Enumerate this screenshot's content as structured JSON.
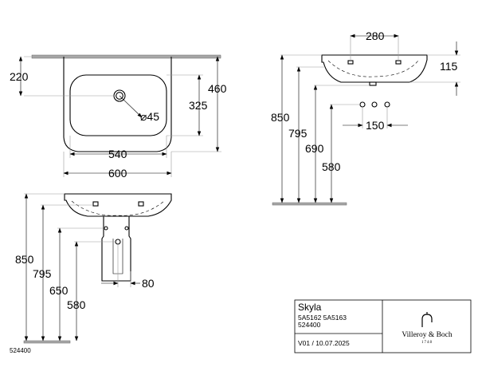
{
  "top_view": {
    "dims": {
      "tap_offset": "220",
      "total_depth": "460",
      "bowl_depth": "325",
      "tap_hole_diameter": "⌀45",
      "bowl_width": "540",
      "total_width": "600"
    }
  },
  "side_view": {
    "dims": {
      "tap_spacing": "280",
      "basin_height": "115",
      "height_850": "850",
      "height_795": "795",
      "height_690": "690",
      "height_580": "580",
      "fixing_spacing": "150"
    }
  },
  "front_view": {
    "dims": {
      "height_850": "850",
      "height_795": "795",
      "height_650": "650",
      "height_580": "580",
      "pedestal_offset": "80"
    }
  },
  "drawing_number": "524400",
  "title_block": {
    "product_name": "Skyla",
    "article_numbers": "5A5162  5A5163",
    "drawing_number": "524400",
    "version": "V01 / 10.07.2025",
    "brand": "Villeroy & Boch",
    "brand_year": "1748"
  }
}
